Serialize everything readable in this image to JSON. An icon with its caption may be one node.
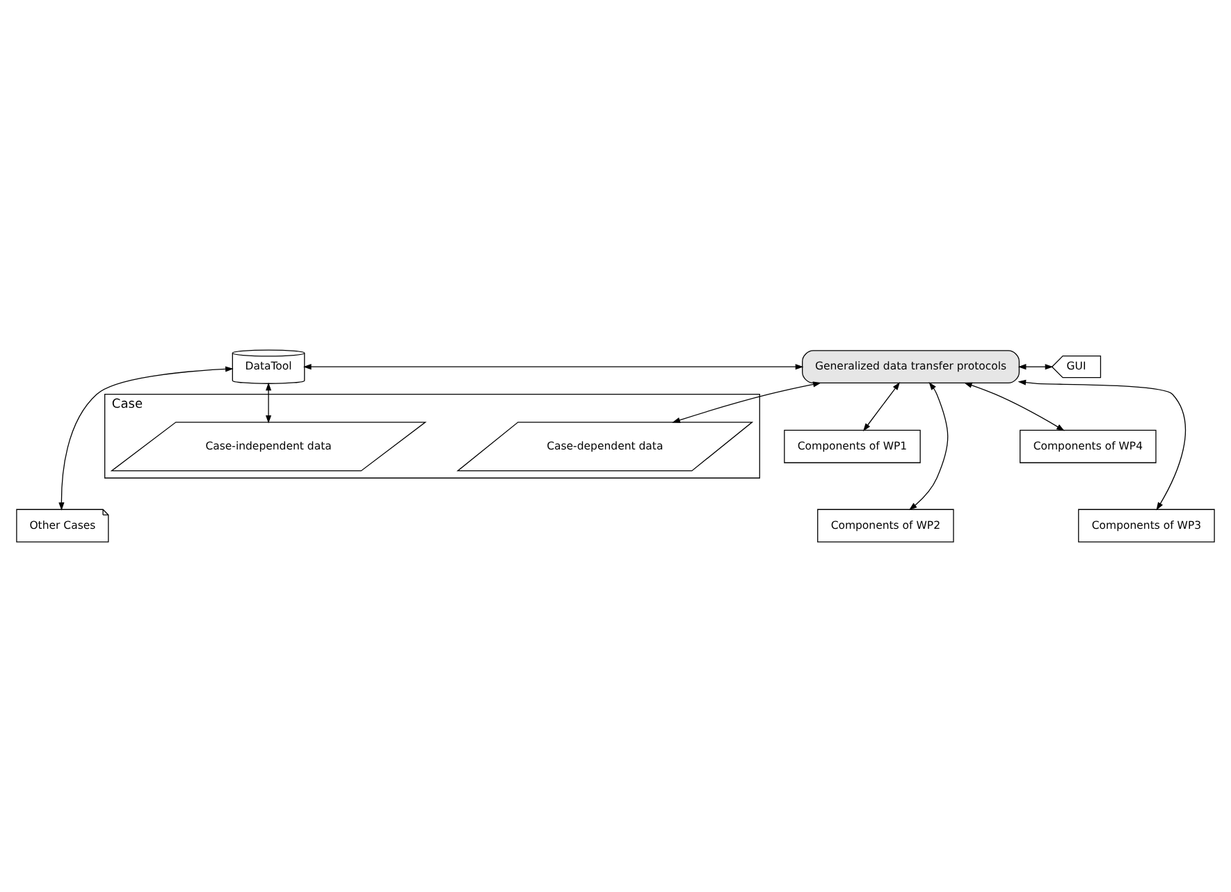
{
  "diagram": {
    "nodes": [
      {
        "text": [
          "Case"
        ]
      },
      {
        "text": [
          "Case-independent data"
        ],
        "in": 0
      },
      {
        "text": [
          "Case-dependent data"
        ],
        "in": 0
      },
      {
        "text": [
          "DataTool"
        ]
      },
      {
        "text": [
          "Generalized data transfer protocols"
        ]
      },
      {
        "text": [
          "GUI"
        ]
      },
      {
        "text": [
          "Other Cases"
        ]
      },
      {
        "text": [
          "Components of WP1"
        ]
      },
      {
        "text": [
          "Components of WP4"
        ]
      },
      {
        "text": [
          "Components of WP2"
        ]
      },
      {
        "text": [
          "Components of WP3"
        ]
      }
    ],
    "edges": [
      {
        "from": 3,
        "to": 1,
        "arrow": "both"
      },
      {
        "from": 4,
        "to": 2,
        "arrow": "both"
      },
      {
        "from": 3,
        "to": 4,
        "arrow": "both"
      },
      {
        "from": 4,
        "to": 5,
        "arrow": "both"
      },
      {
        "from": 3,
        "to": 6,
        "arrow": "both"
      },
      {
        "from": 4,
        "to": 7,
        "arrow": "both"
      },
      {
        "from": 4,
        "to": 8,
        "arrow": "both"
      },
      {
        "from": 4,
        "to": 9,
        "arrow": "both"
      },
      {
        "from": 4,
        "to": 10,
        "arrow": "both"
      }
    ]
  }
}
